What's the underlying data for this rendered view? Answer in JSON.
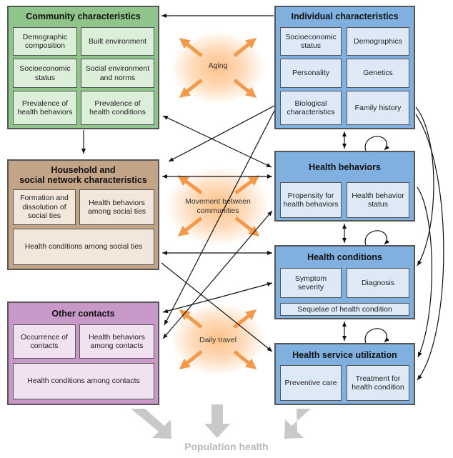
{
  "community": {
    "title": "Community characteristics",
    "cells": [
      "Demographic composition",
      "Built environment",
      "Socioeconomic status",
      "Social environment and norms",
      "Prevalence of health behaviors",
      "Prevalence of health conditions"
    ]
  },
  "household": {
    "title_line1": "Household and",
    "title_line2": "social network characteristics",
    "cells": [
      "Formation and dissolution of social ties",
      "Health behaviors among social ties",
      "Health conditions among social ties"
    ]
  },
  "other": {
    "title": "Other contacts",
    "cells": [
      "Occurrence of contacts",
      "Health behaviors among contacts",
      "Health conditions among contacts"
    ]
  },
  "individual": {
    "title": "Individual characteristics",
    "cells": [
      "Socioeconomic status",
      "Demographics",
      "Personality",
      "Genetics",
      "Biological characteristics",
      "Family history"
    ]
  },
  "behaviors": {
    "title": "Health behaviors",
    "cells": [
      "Propensity for health behaviors",
      "Health behavior status"
    ]
  },
  "conditions": {
    "title": "Health conditions",
    "cells": [
      "Symptom severity",
      "Diagnosis",
      "Sequelae of health condition"
    ]
  },
  "services": {
    "title": "Health service utilization",
    "cells": [
      "Preventive care",
      "Treatment for health condition"
    ]
  },
  "processes": [
    "Aging",
    "Movement between communities",
    "Daily travel"
  ],
  "outcome": "Population health",
  "colors": {
    "community": "#8fc58b",
    "household": "#c4a487",
    "other": "#c898c9",
    "individual": "#7fb0e0",
    "process_arrow": "#f4994a",
    "outcome_arrow": "#c9c9c9"
  }
}
